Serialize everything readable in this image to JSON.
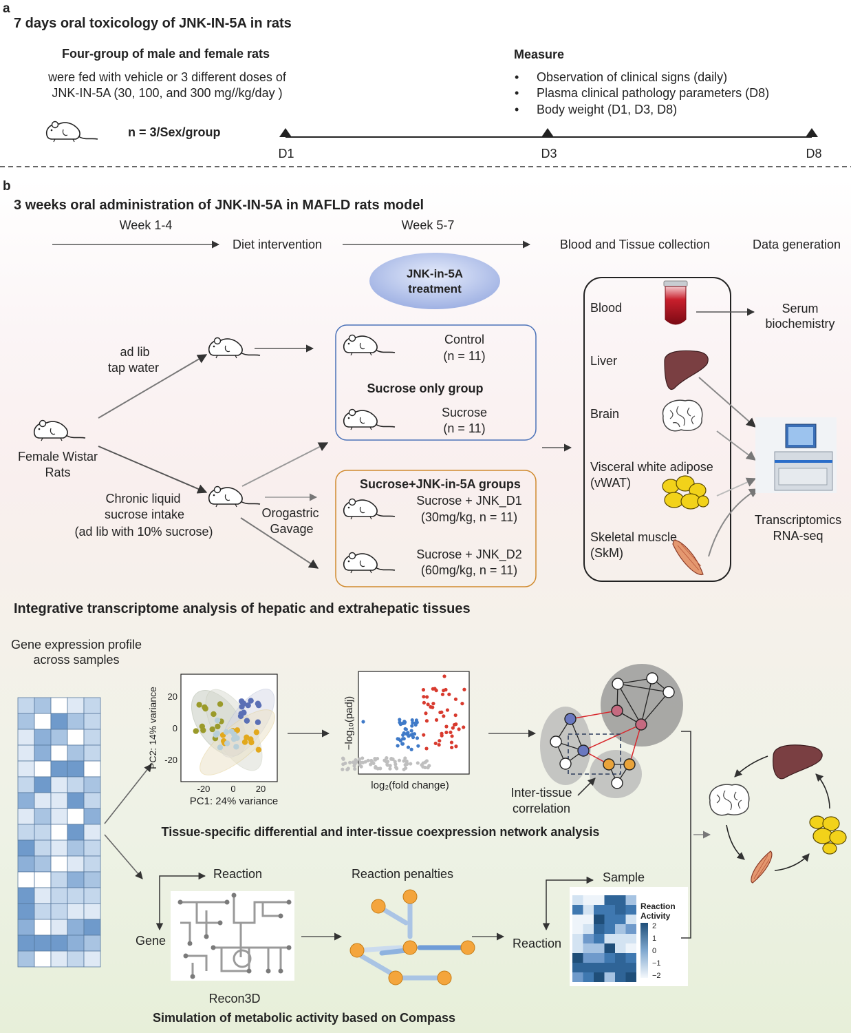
{
  "panel_a": {
    "letter": "a",
    "title": "7 days oral toxicology of JNK-IN-5A in rats",
    "groups_heading": "Four-group of male and female rats",
    "groups_text": [
      "were fed with vehicle or 3 different doses of",
      "JNK-IN-5A (30, 100, and 300  mg//kg/day )"
    ],
    "n_label": "n = 3/Sex/group",
    "measure_heading": "Measure",
    "measures": [
      "Observation of clinical signs (daily)",
      "Plasma clinical pathology parameters (D8)",
      "Body weight (D1, D3, D8)"
    ],
    "timeline": [
      "D1",
      "D3",
      "D8"
    ]
  },
  "panel_b": {
    "letter": "b",
    "title": "3 weeks oral administration of JNK-IN-5A in MAFLD rats model",
    "week1": "Week 1-4",
    "week2": "Week 5-7",
    "stage_diet": "Diet  intervention",
    "stage_collect": "Blood and Tissue collection",
    "stage_data": "Data generation",
    "treatment": [
      "JNK-in-5A",
      "treatment"
    ],
    "female": [
      "Female Wistar",
      "Rats"
    ],
    "tap": [
      "ad lib",
      "tap water"
    ],
    "sucrose_intake": [
      "Chronic liquid",
      "sucrose intake",
      "(ad lib with 10% sucrose)"
    ],
    "gavage": [
      "Orogastric",
      "Gavage"
    ],
    "control": [
      "Control",
      "(n = 11)"
    ],
    "sucrose_group_title": "Sucrose only group",
    "sucrose": [
      "Sucrose",
      "(n = 11)"
    ],
    "jnk_group_title": "Sucrose+JNK-in-5A groups",
    "jnk_d1": [
      "Sucrose + JNK_D1",
      "(30mg/kg, n = 11)"
    ],
    "jnk_d2": [
      "Sucrose + JNK_D2",
      "(60mg/kg, n = 11)"
    ],
    "tissues": {
      "blood": "Blood",
      "liver": "Liver",
      "brain": "Brain",
      "vwat": [
        "Visceral white adipose",
        "(vWAT)"
      ],
      "skm": [
        "Skeletal muscle",
        "(SkM)"
      ]
    },
    "serum": [
      "Serum",
      "biochemistry"
    ],
    "transcriptomics": [
      "Transcriptomics",
      "RNA-seq"
    ]
  },
  "panel_c": {
    "title": "Integrative transcriptome analysis of hepatic and extrahepatic tissues",
    "gene_profile": [
      "Gene expression profile",
      "across samples"
    ],
    "pca_ylabel": "PC2: 14% variance",
    "pca_xlabel": "PC1: 24% variance",
    "pca_xticks": [
      "-20",
      "0",
      "20"
    ],
    "pca_yticks": [
      "20",
      "0",
      "-20"
    ],
    "volcano_ylabel": "−log₁₀(padj)",
    "volcano_xlabel": "log₂(fold change)",
    "inter_tissue": [
      "Inter-tissue",
      "correlation"
    ],
    "network_title": "Tissue-specific differential and inter-tissue coexpression network analysis",
    "reaction_top": "Reaction",
    "gene_label": "Gene",
    "recon": "Recon3D",
    "penalties": "Reaction penalties",
    "sample_label": "Sample",
    "reaction_side": "Reaction",
    "activity_title": [
      "Reaction",
      "Activity"
    ],
    "activity_ticks": [
      "2",
      "1",
      "0",
      "−1",
      "−2"
    ],
    "compass_title": "Simulation of metabolic activity based on Compass"
  },
  "colors": {
    "blue": "#5a6fb5",
    "green": "#9a9a2a",
    "gold": "#e2a81c",
    "light": "#b8cfd8",
    "red": "#d83a2e",
    "volcano_blue": "#3f7ac8",
    "grey": "#bfbfbf",
    "liver": "#7a3f42",
    "adipose": "#f2d21a",
    "node_red": "#c56a80",
    "node_blue": "#6a78c0",
    "node_orange": "#e9a33a"
  }
}
